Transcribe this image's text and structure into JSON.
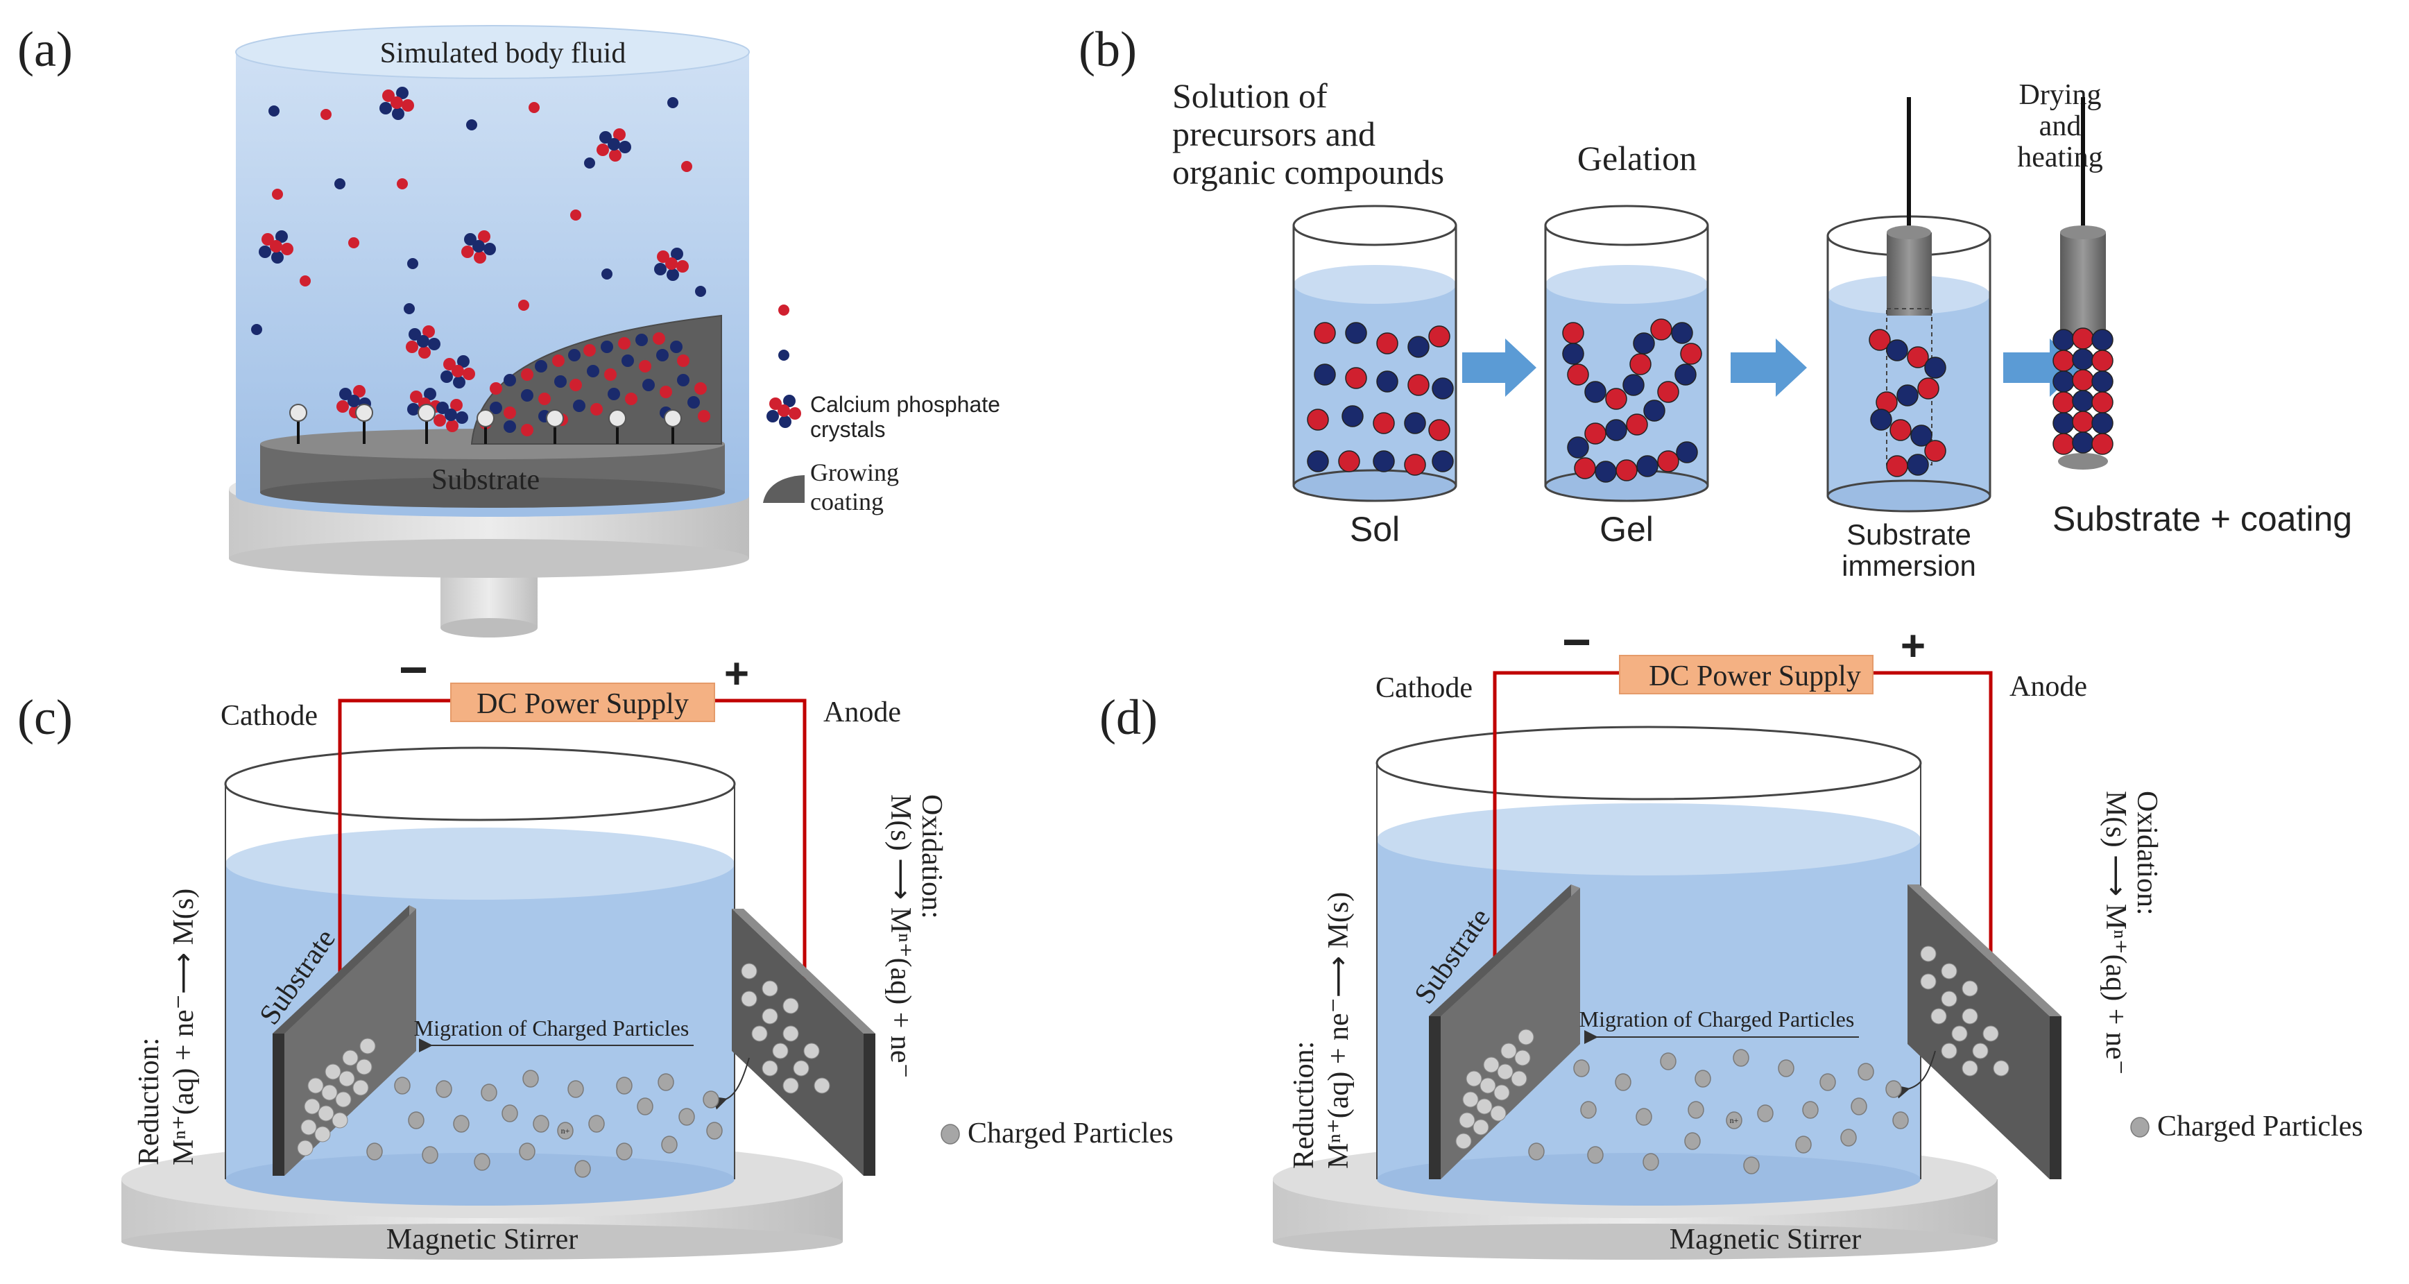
{
  "panels": {
    "a": {
      "label": "(a)",
      "fluid_label": "Simulated body fluid",
      "substrate_label": "Substrate",
      "legend_crystals_line1": "Calcium phosphate",
      "legend_crystals_line2": "crystals",
      "legend_coating_line1": "Growing",
      "legend_coating_line2": "coating"
    },
    "b": {
      "label": "(b)",
      "solution_line1": "Solution of",
      "solution_line2": "precursors and",
      "solution_line3": "organic compounds",
      "gelation": "Gelation",
      "drying_line1": "Drying",
      "drying_line2": "and",
      "drying_line3": "heating",
      "sol": "Sol",
      "gel": "Gel",
      "immersion_line1": "Substrate",
      "immersion_line2": "immersion",
      "result": "Substrate + coating"
    },
    "c": {
      "label": "(c)",
      "cathode": "Cathode",
      "anode": "Anode",
      "minus": "−",
      "plus": "+",
      "power_supply": "DC Power Supply",
      "substrate": "Substrate",
      "migration": "Migration of Charged Particles",
      "reduction_title": "Reduction:",
      "reduction_eq": "Mⁿ⁺(aq) + ne⁻⟶ M(s)",
      "oxidation_title": "Oxidation:",
      "oxidation_eq": "M(s) ⟶ Mⁿ⁺(aq) + ne⁻",
      "charged_particles": "Charged Particles",
      "ion_label": "n+",
      "stirrer": "Magnetic Stirrer"
    },
    "d": {
      "label": "(d)",
      "cathode": "Cathode",
      "anode": "Anode",
      "minus": "−",
      "plus": "+",
      "power_supply": "DC Power Supply",
      "substrate": "Substrate",
      "migration": "Migration of Charged Particles",
      "reduction_title": "Reduction:",
      "reduction_eq": "Mⁿ⁺(aq) + ne⁻⟶ M(s)",
      "oxidation_title": "Oxidation:",
      "oxidation_eq": "M(s) ⟶ Mⁿ⁺(aq) + ne⁻",
      "charged_particles": "Charged Particles",
      "ion_label": "n+",
      "stirrer": "Magnetic Stirrer"
    }
  },
  "colors": {
    "fluid": "#a9c7ea",
    "fluid_light": "#d6e5f5",
    "ion_red": "#d0202f",
    "ion_blue": "#1a2a6c",
    "substrate": "#6f6f6f",
    "substrate_dark": "#4a4a4a",
    "arrow": "#5b9bd5",
    "power_box": "#f4b183",
    "wire": "#c00000",
    "particle": "#a6a6a6",
    "stirrer": "#d9d9d9"
  }
}
